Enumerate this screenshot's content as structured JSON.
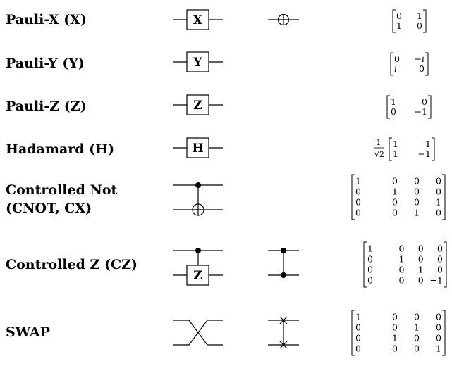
{
  "gates": [
    {
      "name": "Pauli-X (X)",
      "symbol": "X",
      "matrix": [
        [
          "0",
          "1"
        ],
        [
          "1",
          "0"
        ]
      ]
    },
    {
      "name": "Pauli-Y (Y)",
      "symbol": "Y",
      "matrix": [
        [
          "0",
          "−i"
        ],
        [
          "i",
          "0"
        ]
      ]
    },
    {
      "name": "Pauli-Z (Z)",
      "symbol": "Z",
      "matrix": [
        [
          "1",
          "0"
        ],
        [
          "0",
          "−1"
        ]
      ]
    },
    {
      "name": "Hadamard (H)",
      "symbol": "H",
      "prefactor_num": "1",
      "prefactor_den": "√2",
      "matrix": [
        [
          "1",
          "1"
        ],
        [
          "1",
          "−1"
        ]
      ]
    },
    {
      "name_lines": [
        "Controlled Not",
        "(CNOT, CX)"
      ],
      "matrix": [
        [
          "1",
          "0",
          "0",
          "0"
        ],
        [
          "0",
          "1",
          "0",
          "0"
        ],
        [
          "0",
          "0",
          "0",
          "1"
        ],
        [
          "0",
          "0",
          "1",
          "0"
        ]
      ]
    },
    {
      "name": "Controlled Z (CZ)",
      "symbol": "Z",
      "matrix": [
        [
          "1",
          "0",
          "0",
          "0"
        ],
        [
          "0",
          "1",
          "0",
          "0"
        ],
        [
          "0",
          "0",
          "1",
          "0"
        ],
        [
          "0",
          "0",
          "0",
          "−1"
        ]
      ]
    },
    {
      "name": "SWAP",
      "matrix": [
        [
          "1",
          "0",
          "0",
          "0"
        ],
        [
          "0",
          "0",
          "1",
          "0"
        ],
        [
          "0",
          "1",
          "0",
          "0"
        ],
        [
          "0",
          "0",
          "0",
          "1"
        ]
      ]
    }
  ]
}
